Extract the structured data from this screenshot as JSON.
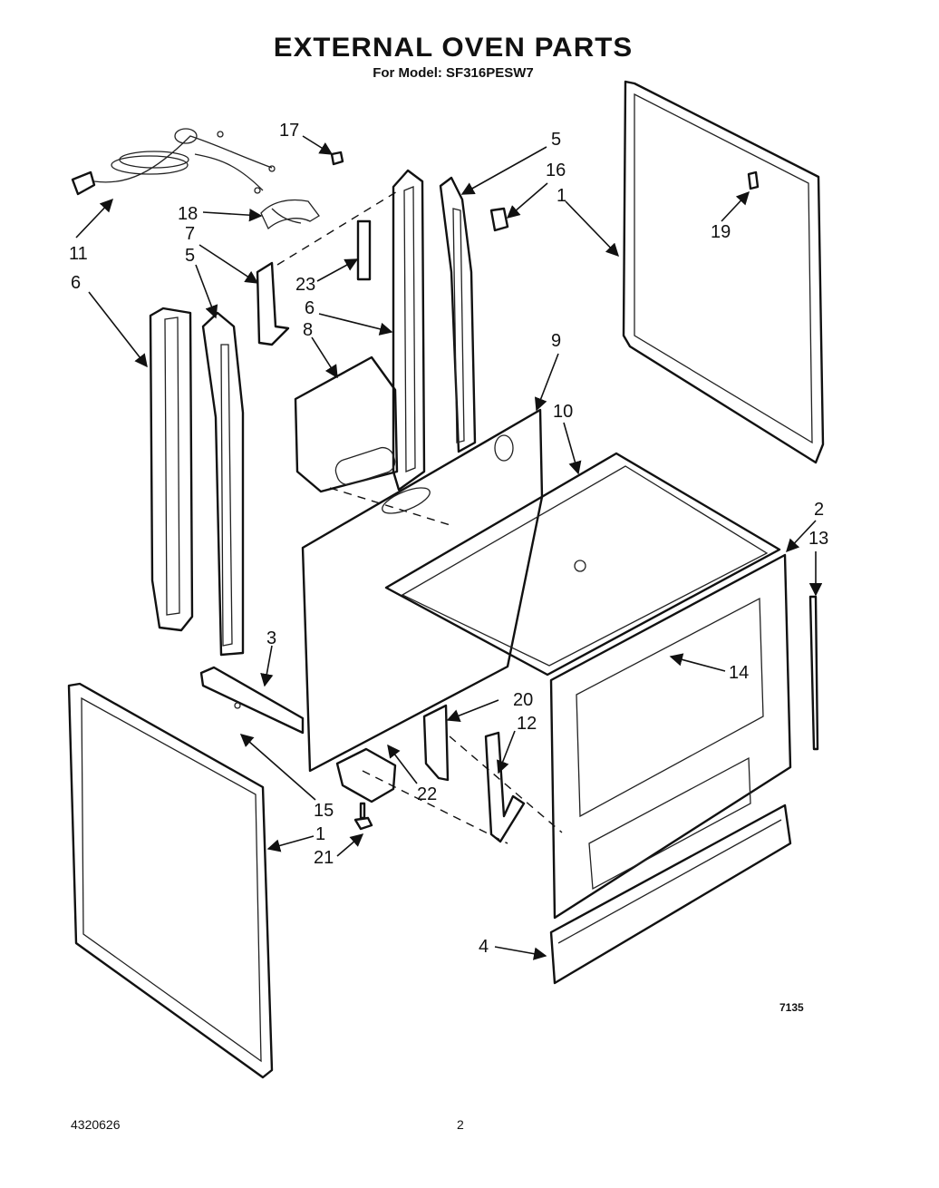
{
  "title": "EXTERNAL OVEN PARTS",
  "subtitle": "For Model: SF316PESW7",
  "figure_number": "7135",
  "doc_number": "4320626",
  "page_number": "2",
  "callouts": [
    "17",
    "5",
    "16",
    "1",
    "19",
    "18",
    "7",
    "11",
    "5",
    "23",
    "6",
    "6",
    "8",
    "9",
    "10",
    "2",
    "13",
    "14",
    "3",
    "20",
    "12",
    "15",
    "22",
    "1",
    "21",
    "4"
  ]
}
